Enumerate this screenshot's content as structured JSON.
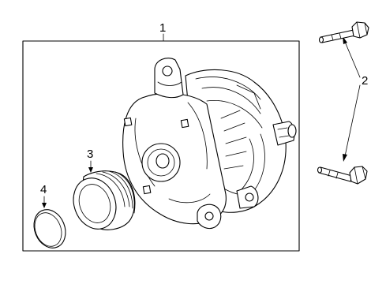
{
  "callouts": {
    "c1": "1",
    "c2": "2",
    "c3": "3",
    "c4": "4"
  },
  "parts": [
    {
      "callout": "1",
      "icon": "alternator-assembly-icon"
    },
    {
      "callout": "2",
      "icon": "mounting-bolt-icon"
    },
    {
      "callout": "3",
      "icon": "pulley-icon"
    },
    {
      "callout": "4",
      "icon": "pulley-cap-icon"
    }
  ]
}
